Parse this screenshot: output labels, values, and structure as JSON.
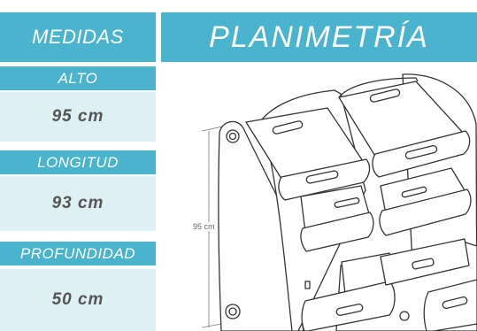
{
  "header": {
    "left_title": "MEDIDAS",
    "right_title": "PLANIMETRÍA"
  },
  "measures": [
    {
      "label": "ALTO",
      "value": "95 cm"
    },
    {
      "label": "LONGITUD",
      "value": "93 cm"
    },
    {
      "label": "PROFUNDIDAD",
      "value": "50 cm"
    }
  ],
  "drawing": {
    "dimension_label": "95 cm"
  }
}
